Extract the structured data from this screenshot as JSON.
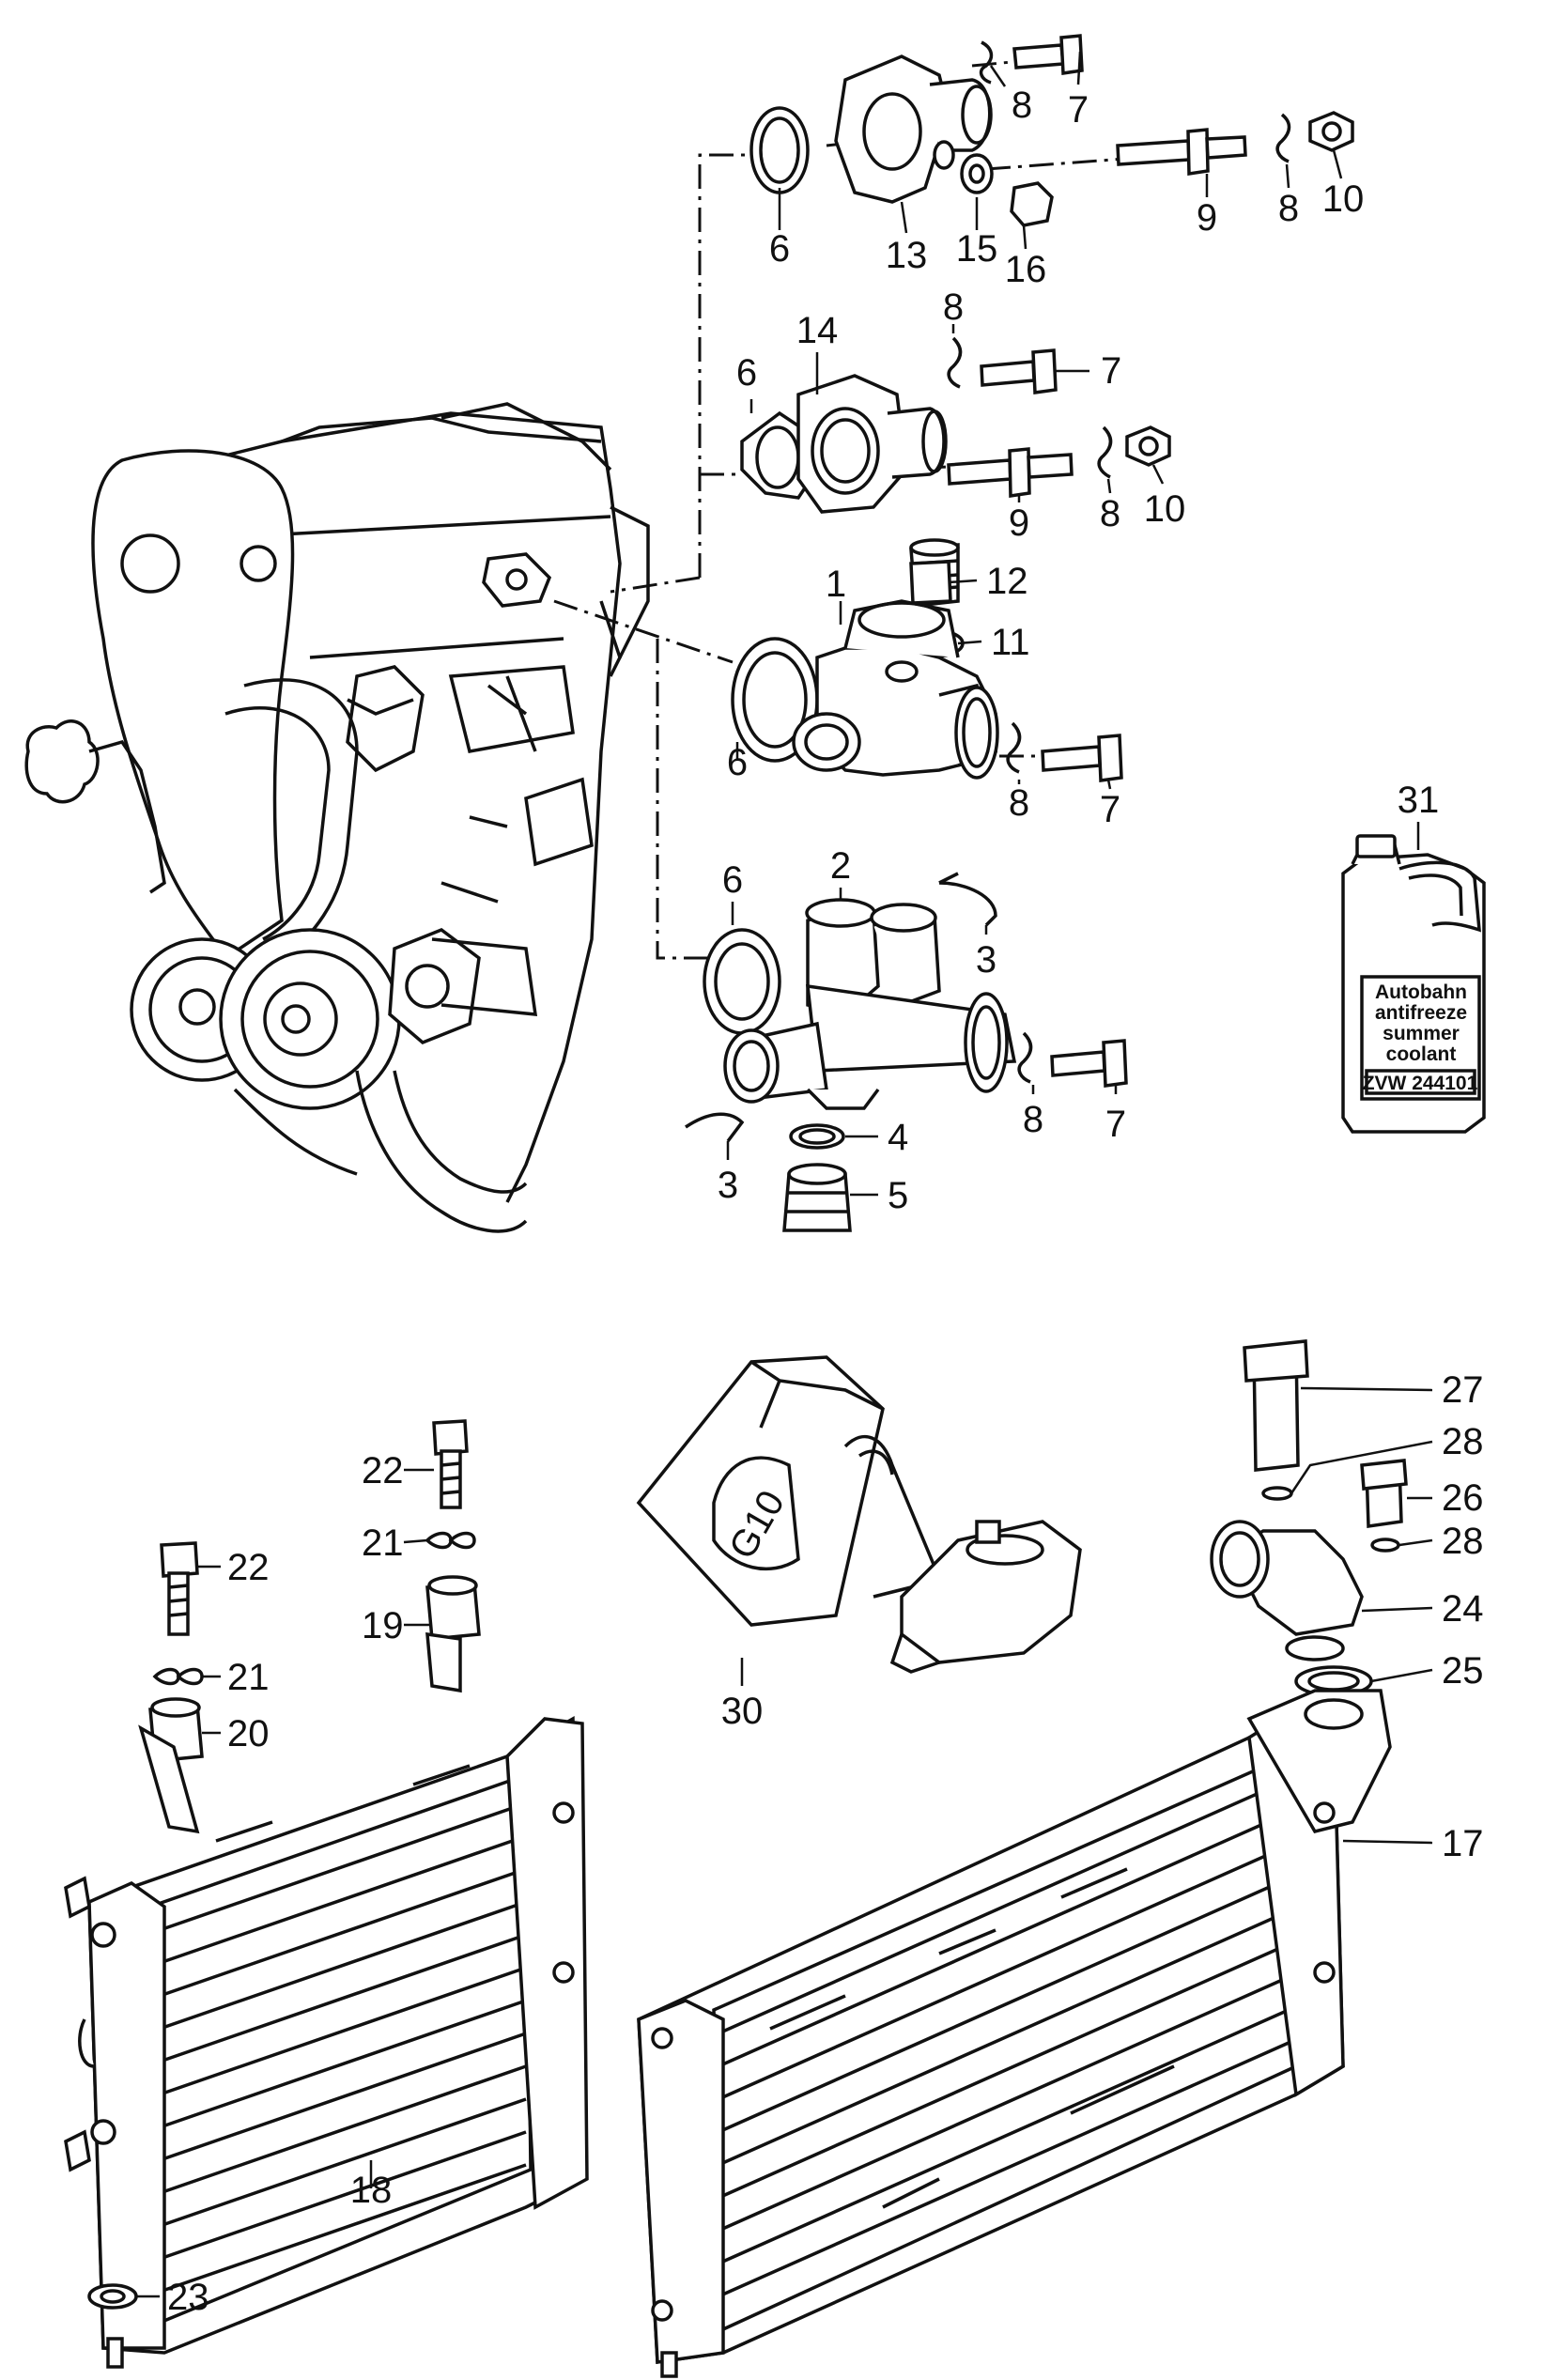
{
  "callouts": [
    {
      "id": "c7a",
      "text": "7"
    },
    {
      "id": "c8a",
      "text": "8"
    },
    {
      "id": "c6a",
      "text": "6"
    },
    {
      "id": "c13",
      "text": "13"
    },
    {
      "id": "c15",
      "text": "15"
    },
    {
      "id": "c16",
      "text": "16"
    },
    {
      "id": "c9a",
      "text": "9"
    },
    {
      "id": "c8b",
      "text": "8"
    },
    {
      "id": "c10a",
      "text": "10"
    },
    {
      "id": "c14",
      "text": "14"
    },
    {
      "id": "c8c",
      "text": "8"
    },
    {
      "id": "c7b",
      "text": "7"
    },
    {
      "id": "c6b",
      "text": "6"
    },
    {
      "id": "c9b",
      "text": "9"
    },
    {
      "id": "c8d",
      "text": "8"
    },
    {
      "id": "c10b",
      "text": "10"
    },
    {
      "id": "c12",
      "text": "12"
    },
    {
      "id": "c1",
      "text": "1"
    },
    {
      "id": "c11",
      "text": "11"
    },
    {
      "id": "c6c",
      "text": "6"
    },
    {
      "id": "c8e",
      "text": "8"
    },
    {
      "id": "c7c",
      "text": "7"
    },
    {
      "id": "c31",
      "text": "31"
    },
    {
      "id": "c6d",
      "text": "6"
    },
    {
      "id": "c2",
      "text": "2"
    },
    {
      "id": "c3a",
      "text": "3"
    },
    {
      "id": "c8f",
      "text": "8"
    },
    {
      "id": "c7d",
      "text": "7"
    },
    {
      "id": "c4",
      "text": "4"
    },
    {
      "id": "c3b",
      "text": "3"
    },
    {
      "id": "c5",
      "text": "5"
    },
    {
      "id": "c27",
      "text": "27"
    },
    {
      "id": "c28a",
      "text": "28"
    },
    {
      "id": "c26",
      "text": "26"
    },
    {
      "id": "c28b",
      "text": "28"
    },
    {
      "id": "c24",
      "text": "24"
    },
    {
      "id": "c25",
      "text": "25"
    },
    {
      "id": "c22a",
      "text": "22"
    },
    {
      "id": "c21a",
      "text": "21"
    },
    {
      "id": "c19",
      "text": "19"
    },
    {
      "id": "c22b",
      "text": "22"
    },
    {
      "id": "c21b",
      "text": "21"
    },
    {
      "id": "c20",
      "text": "20"
    },
    {
      "id": "c30",
      "text": "30"
    },
    {
      "id": "c17",
      "text": "17"
    },
    {
      "id": "c18",
      "text": "18"
    },
    {
      "id": "c23",
      "text": "23"
    }
  ],
  "coolant_bottle": {
    "line1": "Autobahn",
    "line2": "antifreeze",
    "line3": "summer",
    "line4": "coolant",
    "part_number": "ZVW 244101"
  },
  "canister": {
    "label": "G10"
  }
}
